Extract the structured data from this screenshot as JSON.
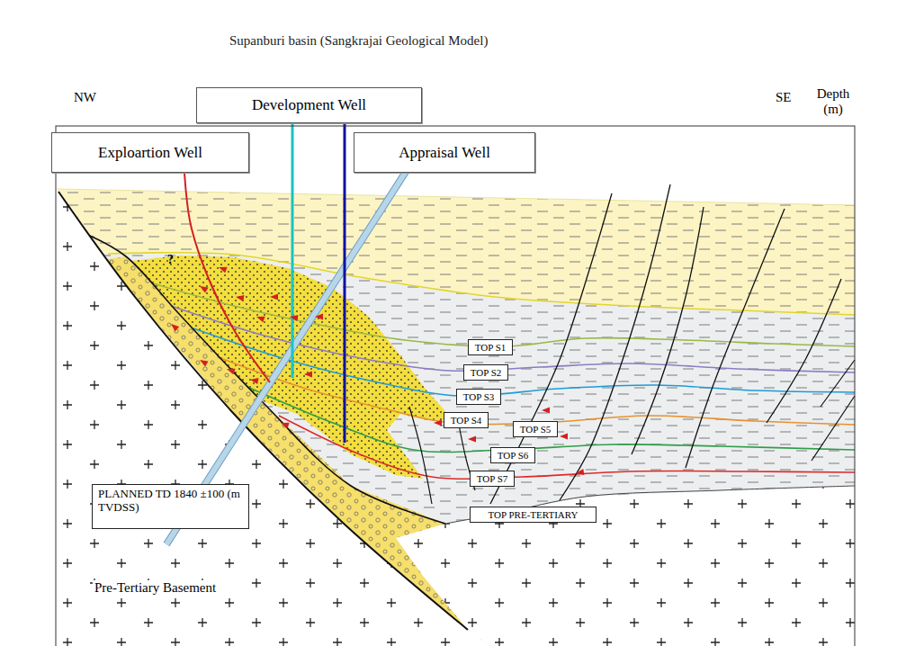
{
  "diagram": {
    "title": "Supanburi basin (Sangkrajai Geological Model)",
    "nodes": [
      {
        "text": [
          "Exploartion Well"
        ]
      },
      {
        "text": [
          "Development Well"
        ]
      },
      {
        "text": [
          "Appraisal Well"
        ]
      },
      {
        "text": [
          "TOP S1"
        ]
      },
      {
        "text": [
          "TOP S2"
        ]
      },
      {
        "text": [
          "TOP S3"
        ]
      },
      {
        "text": [
          "TOP S4"
        ]
      },
      {
        "text": [
          "TOP S5"
        ]
      },
      {
        "text": [
          "TOP S6"
        ]
      },
      {
        "text": [
          "TOP S7"
        ]
      },
      {
        "text": [
          "TOP PRE-TERTIARY"
        ]
      },
      {
        "text": [
          "PLANNED TD 1840 ±100 (m TVDSS)"
        ]
      }
    ],
    "labels": [
      "NW",
      "SE",
      "Depth (m)",
      "?",
      "Pre-Tertiary Basement"
    ]
  }
}
